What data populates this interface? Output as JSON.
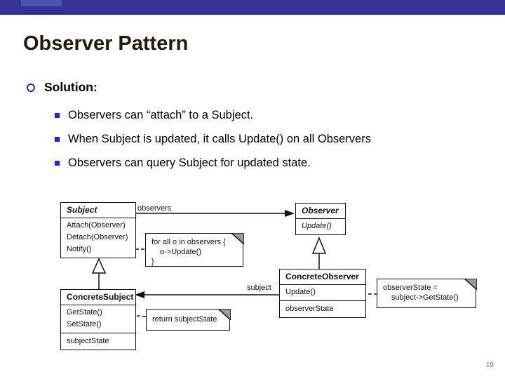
{
  "slide": {
    "title": "Observer Pattern",
    "page_number": "19",
    "colors": {
      "top_bar": "#333399",
      "top_bar_accent": "#4d53b2",
      "bullet_circle": "#2b2ba0",
      "bullet_square": "#2424c4",
      "note_fold": "#9a9a9a",
      "diagram_stroke": "#111111"
    }
  },
  "bullets": {
    "heading": "Solution:",
    "items": [
      "Observers can “attach” to a Subject.",
      "When Subject is updated, it calls Update() on all Observers",
      "Observers can query Subject for updated state."
    ]
  },
  "diagram": {
    "classes": [
      {
        "name": "Subject",
        "methods": [
          "Attach(Observer)",
          "Detach(Observer)",
          "Notify()"
        ],
        "attributes": []
      },
      {
        "name": "Observer",
        "methods": [
          "Update()"
        ],
        "attributes": []
      },
      {
        "name": "ConcreteSubject",
        "methods": [
          "GetState()",
          "SetState()"
        ],
        "attributes": [
          "subjectState"
        ]
      },
      {
        "name": "ConcreteObserver",
        "methods": [
          "Update()"
        ],
        "attributes": [
          "observerState"
        ]
      }
    ],
    "labels": {
      "observers": "observers",
      "subject": "subject"
    },
    "notes": [
      {
        "lines": [
          "for all o in observers {",
          "o->Update()",
          "}"
        ]
      },
      {
        "lines": [
          "observerState =",
          "subject->GetState()"
        ]
      },
      {
        "lines": [
          "return subjectState"
        ]
      }
    ]
  }
}
